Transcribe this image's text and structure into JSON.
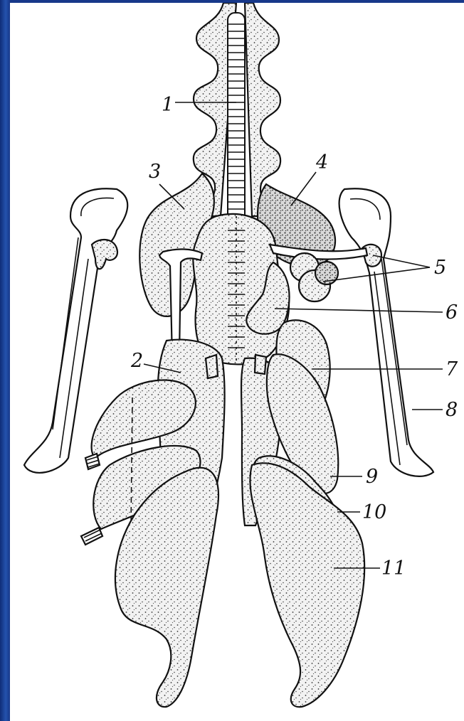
{
  "colors": {
    "slide_background": "#1b3f91",
    "figure_background": "#ffffff",
    "ink": "#111111"
  },
  "labels": [
    "1",
    "2",
    "3",
    "4",
    "5",
    "6",
    "7",
    "8",
    "9",
    "10",
    "11"
  ]
}
